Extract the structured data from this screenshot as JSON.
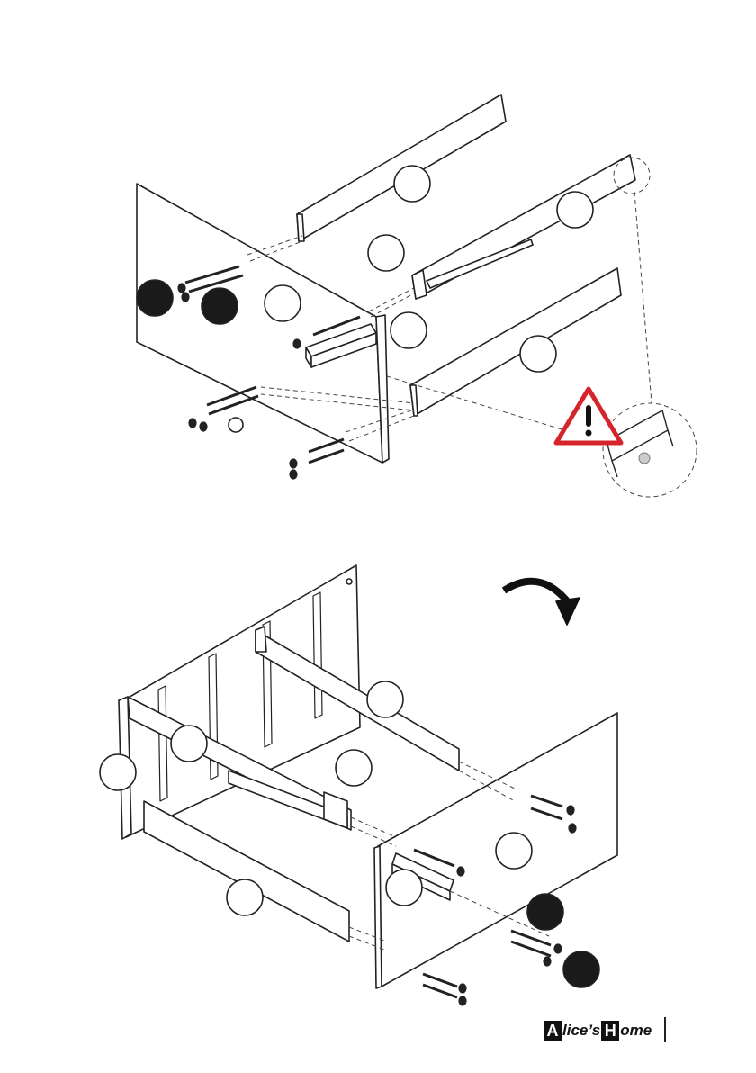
{
  "diagram": {
    "warning_symbol": "warning-triangle-icon",
    "rotate_symbol": "rotate-clockwise-arrow-icon",
    "colors": {
      "line": "#222222",
      "warning": "#d6252a",
      "badge_fill": "#1a1a1a"
    }
  },
  "brand": {
    "logo_letter_a": "A",
    "logo_text_1": "lice’s",
    "logo_letter_h": "H",
    "logo_text_2": "ome"
  }
}
